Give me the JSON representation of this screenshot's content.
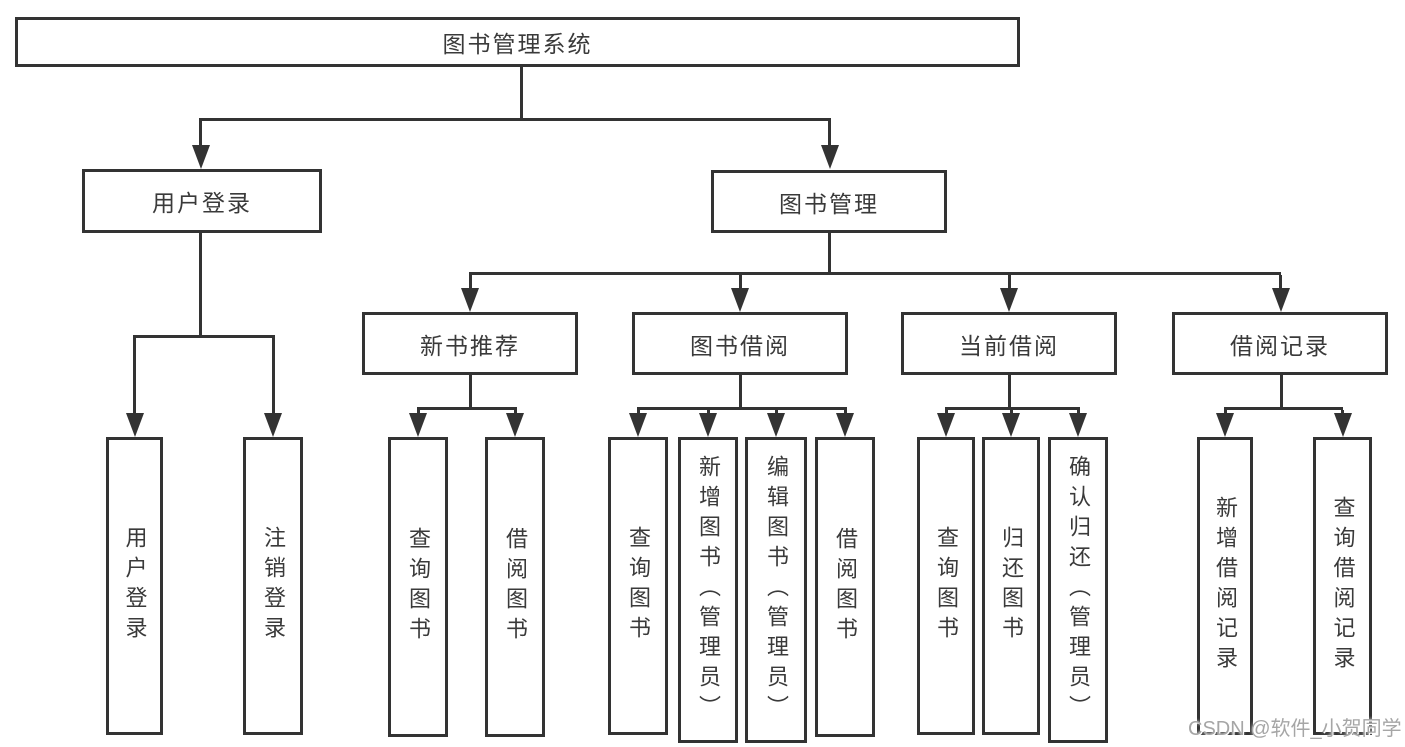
{
  "tree": {
    "label": "图书管理系统",
    "children": [
      {
        "label": "用户登录",
        "children": [
          {
            "label": "用户登录"
          },
          {
            "label": "注销登录"
          }
        ]
      },
      {
        "label": "图书管理",
        "children": [
          {
            "label": "新书推荐",
            "children": [
              {
                "label": "查询图书"
              },
              {
                "label": "借阅图书"
              }
            ]
          },
          {
            "label": "图书借阅",
            "children": [
              {
                "label": "查询图书"
              },
              {
                "label": "新增图书（管理员）"
              },
              {
                "label": "编辑图书（管理员）"
              },
              {
                "label": "借阅图书"
              }
            ]
          },
          {
            "label": "当前借阅",
            "children": [
              {
                "label": "查询图书"
              },
              {
                "label": "归还图书"
              },
              {
                "label": "确认归还（管理员）"
              }
            ]
          },
          {
            "label": "借阅记录",
            "children": [
              {
                "label": "新增借阅记录"
              },
              {
                "label": "查询借阅记录"
              }
            ]
          }
        ]
      }
    ]
  },
  "watermark": {
    "text": "CSDN @软件_小贺同学",
    "color": "#a6a6a6"
  },
  "colors": {
    "line": "#333333",
    "box_border": "#333333",
    "text": "#3a3a3a",
    "background": "#ffffff"
  }
}
